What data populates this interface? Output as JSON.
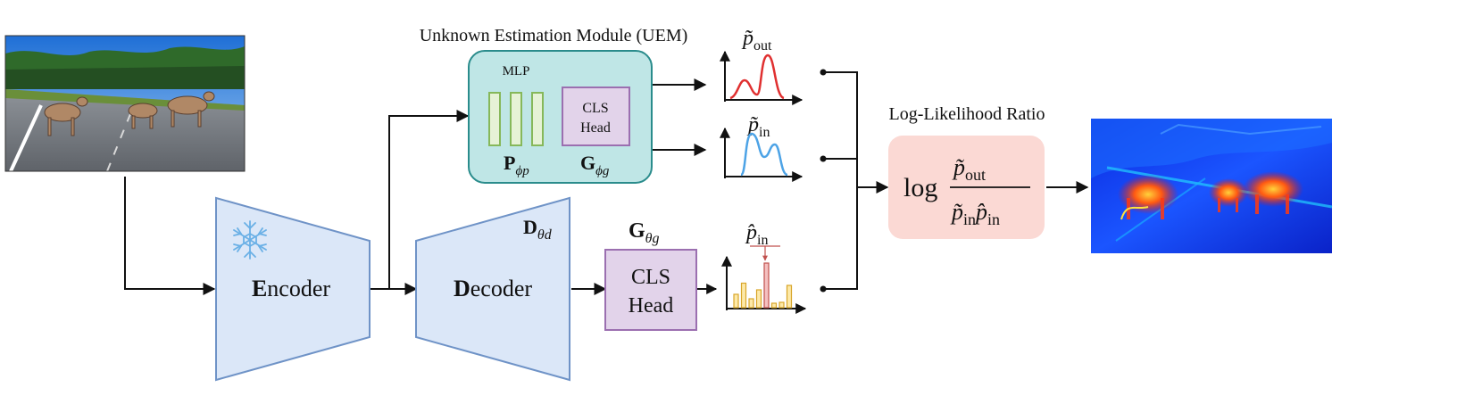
{
  "uem": {
    "title": "Unknown Estimation Module (UEM)",
    "mlp_label": "MLP",
    "cls_line1": "CLS",
    "cls_line2": "Head",
    "proj_sym": "P",
    "proj_sub": "ϕp",
    "head_sym": "G",
    "head_sub": "ϕg"
  },
  "encoder": {
    "initial": "E",
    "rest": "ncoder",
    "frozen_icon": "snowflake-icon"
  },
  "decoder": {
    "initial": "D",
    "rest": "ecoder",
    "param_sym": "D",
    "param_sub": "θd"
  },
  "cls_head": {
    "line1": "CLS",
    "line2": "Head",
    "param_sym": "G",
    "param_sub": "θg"
  },
  "distributions": {
    "p_out_sym": "p̃",
    "p_out_sub": "out",
    "p_in_sym": "p̃",
    "p_in_sub": "in",
    "p_hat_sym": "p̂",
    "p_hat_sub": "in",
    "hat_bars": [
      0.3,
      0.55,
      0.2,
      0.4,
      1.0,
      0.1,
      0.12,
      0.5
    ]
  },
  "llr": {
    "title": "Log-Likelihood Ratio",
    "log": "log",
    "num_sym": "p̃",
    "num_sub": "out",
    "den_sym1": "p̃",
    "den_sub1": "in",
    "den_sym2": "p̂",
    "den_sub2": "in"
  },
  "colors": {
    "encoder_fill": "#dbe7f8",
    "encoder_stroke": "#6f93c7",
    "uem_fill": "#bfe6e6",
    "uem_stroke": "#2a8c8c",
    "cls_fill": "#e2d3ea",
    "cls_stroke": "#9b6fb0",
    "mlp_fill": "#e6f2d6",
    "mlp_stroke": "#86b85a",
    "llr_fill": "#fbd9d4",
    "p_out_curve": "#e03030",
    "p_in_curve": "#4da3e6",
    "bar_fill": "#fde9a8",
    "bar_stroke": "#d8a528",
    "bar_highlight_fill": "#f4c0c0",
    "bar_highlight_stroke": "#c0504d"
  }
}
